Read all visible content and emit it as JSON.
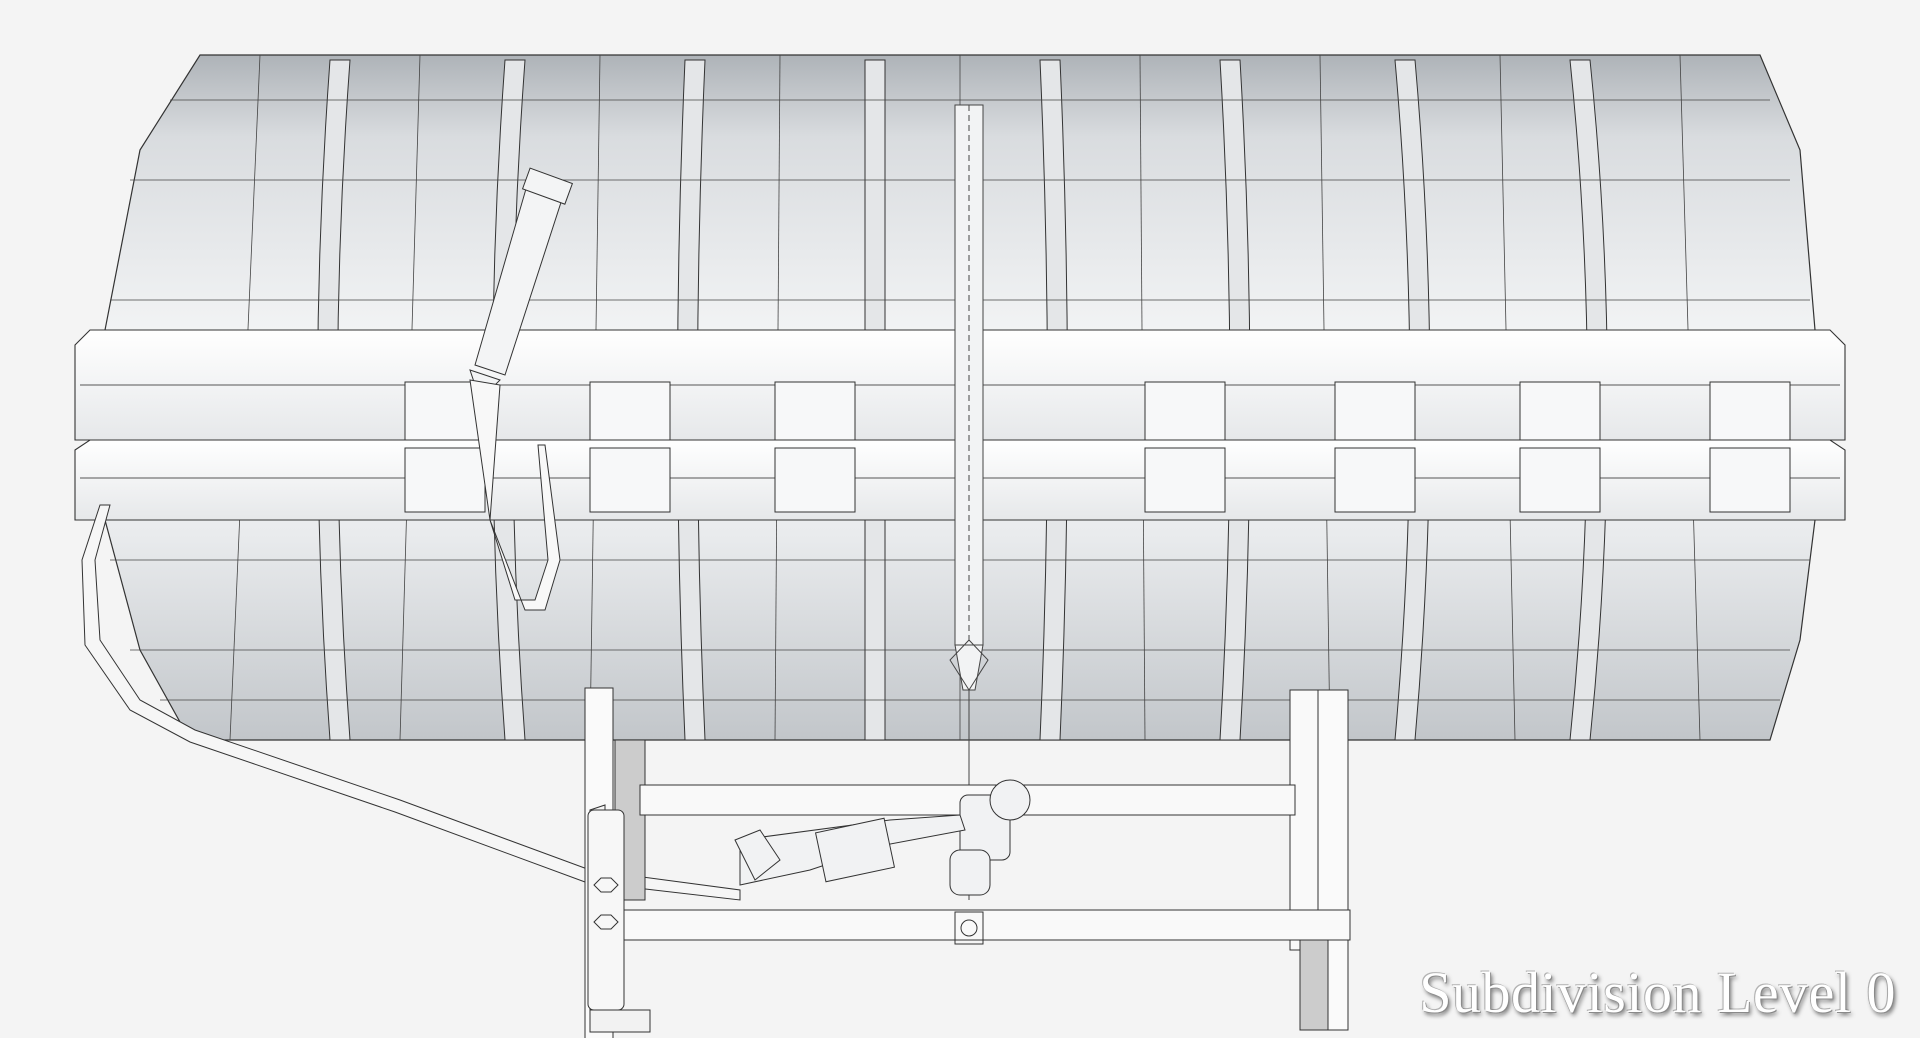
{
  "render": {
    "subject": "life raft canister on cradle (wireframe over shaded model)",
    "caption": "Subdivision Level 0",
    "canister": {
      "segments": 9
    },
    "colors": {
      "background": "#f4f4f4",
      "surface": "#eceef0",
      "surface_shadow": "#c9ccd0",
      "wire": "#333333",
      "caption_text": "#ffffff"
    }
  }
}
